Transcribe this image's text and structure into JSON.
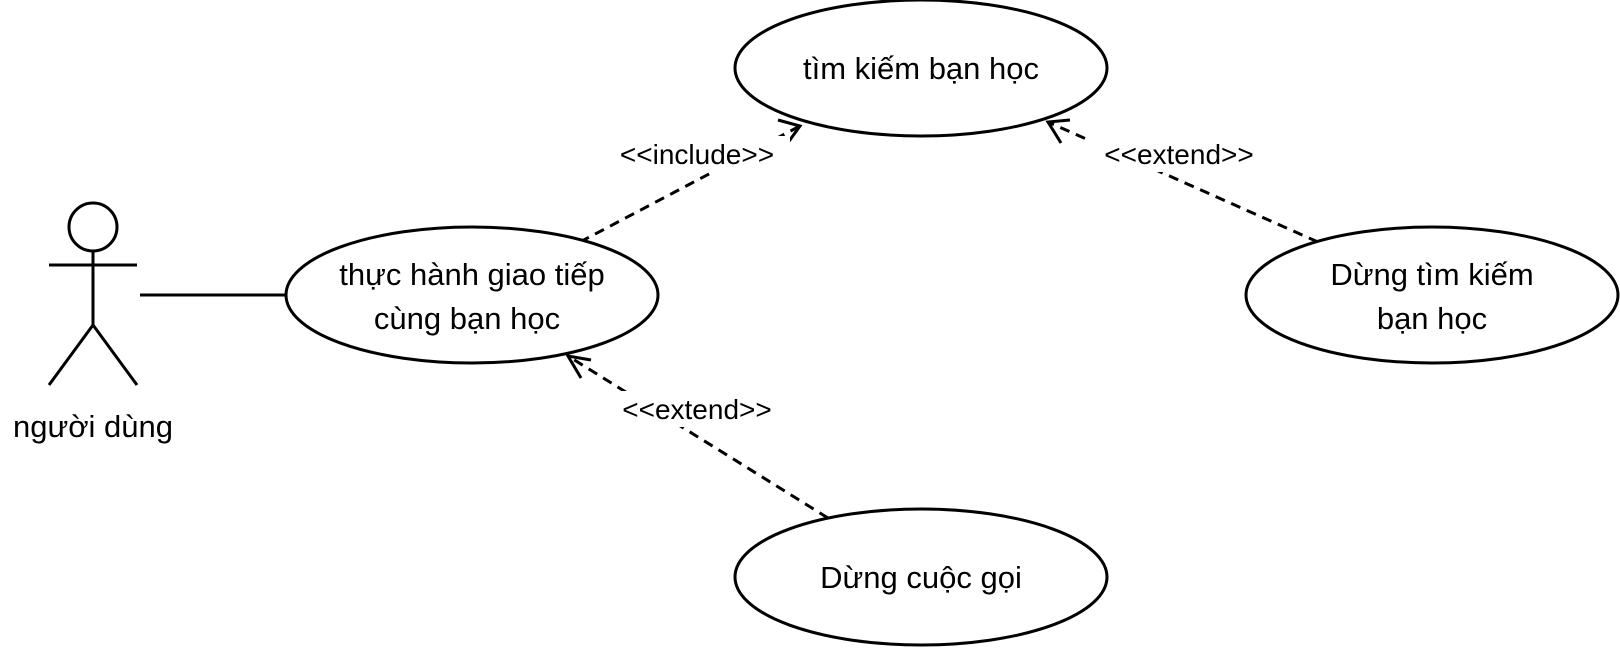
{
  "actor": {
    "name": "người dùng"
  },
  "use_cases": {
    "search": {
      "lines": [
        "tìm kiếm bạn học"
      ]
    },
    "practice": {
      "lines": [
        "thực hành giao tiếp",
        "cùng bạn học"
      ]
    },
    "stop_search": {
      "lines": [
        "Dừng tìm kiếm",
        "bạn học"
      ]
    },
    "stop_call": {
      "lines": [
        "Dừng cuộc gọi"
      ]
    }
  },
  "relations": {
    "include_label": "<<include>>",
    "extend_label_top": "<<extend>>",
    "extend_label_bottom": "<<extend>>"
  },
  "colors": {
    "stroke": "#000000",
    "background": "#ffffff"
  }
}
